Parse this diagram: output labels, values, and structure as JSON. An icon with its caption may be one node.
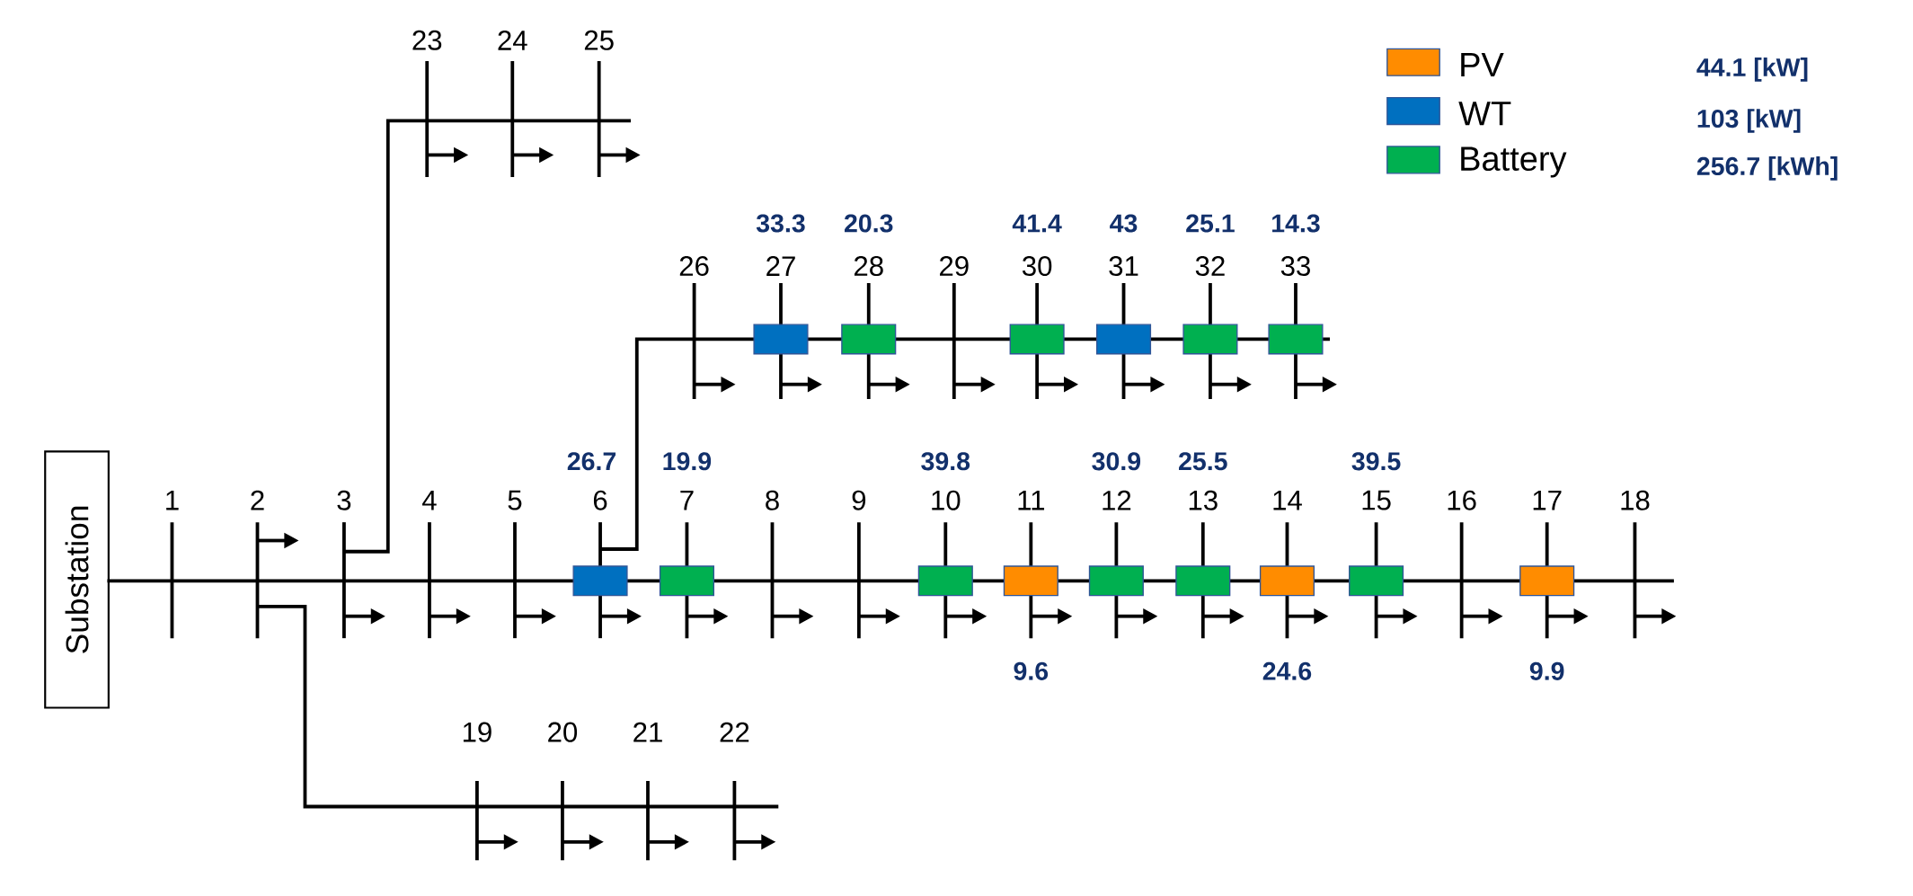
{
  "diagram": {
    "nodes": [
      {
        "text": [
          "Substation"
        ]
      }
    ],
    "edges": [],
    "labels": [
      "23",
      "24",
      "25",
      "44.1 [kW]",
      "103 [kW]",
      "256.7 [kWh]",
      "33.3",
      "20.3",
      "41.4",
      "43",
      "25.1",
      "14.3",
      "26",
      "27",
      "28",
      "29",
      "30",
      "31",
      "32",
      "33",
      "26.7",
      "19.9",
      "39.8",
      "30.9",
      "25.5",
      "39.5",
      "1",
      "2",
      "3",
      "4",
      "5",
      "6",
      "7",
      "8",
      "9",
      "10",
      "11",
      "12",
      "13",
      "14",
      "15",
      "16",
      "17",
      "18",
      "9.6",
      "24.6",
      "9.9",
      "19",
      "20",
      "21",
      "22"
    ],
    "legend": [
      {
        "text": "PV",
        "color": "#ff8c00"
      },
      {
        "text": "WT",
        "color": "#0070c0"
      },
      {
        "text": "Battery",
        "color": "#00b050"
      }
    ]
  }
}
